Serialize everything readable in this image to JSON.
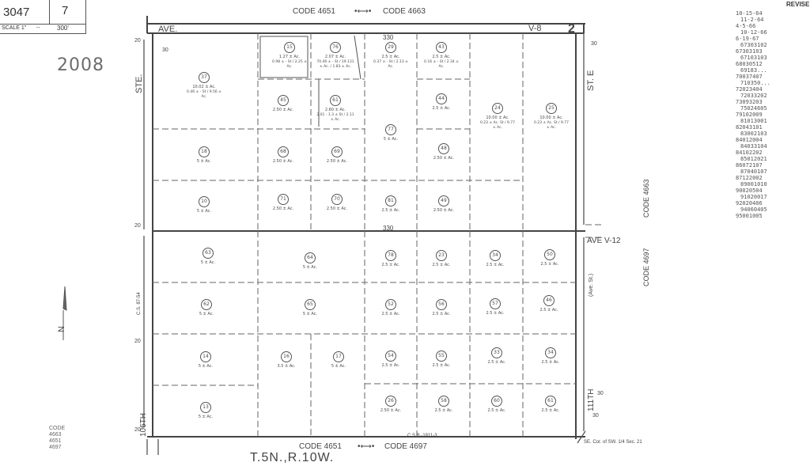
{
  "header": {
    "book": "3047",
    "page": "7",
    "scale_label": "SCALE 1\"",
    "scale_dash": "--",
    "scale_value": "300'"
  },
  "year": "2008",
  "codes": {
    "top_left": "CODE 4651",
    "top_right": "CODE 4663",
    "bottom_left": "CODE 4651",
    "bottom_right": "CODE 4697",
    "right_upper": "CODE 4663",
    "right_lower": "CODE 4697",
    "legend": [
      "CODE",
      "4663",
      "4651",
      "4697"
    ]
  },
  "streets": {
    "ave_top": "AVE.",
    "ave_v8": "V-8",
    "ave_v12": "AVE V-12",
    "ste_left": "STE.",
    "ste_right": "ST. E",
    "street_106": "106TH",
    "street_111": "111TH",
    "ave_st": "(Ave. St.)"
  },
  "township": "T.5N.,R.10W.",
  "sheet_mark": "2",
  "dims": {
    "d330_top": "330",
    "d330_mid": "330",
    "d20_a": "20",
    "d20_b": "20",
    "d20_c": "20",
    "d20_d": "20",
    "d30_a": "30",
    "d30_b": "30",
    "d30_c": "30",
    "d30_d": "30"
  },
  "notes": {
    "cs_bottom": "C.S.B.-1811-3",
    "cs_left": "C.S. 87-54",
    "se_cor": "SE. Cor. of SW. 1/4 Sec. 21",
    "north": "N"
  },
  "parcels": [
    {
      "num": "37",
      "area": "10.02 ± Ac.",
      "sub": "0.46 ± - St / 9.56 ± Ac."
    },
    {
      "num": "15",
      "area": "1.27 ± Ac.",
      "sub": "0.98 ± - St / 2.25 ± Ac."
    },
    {
      "num": "76",
      "area": "2.07 ± Ac.",
      "sub": "70.46 ± - St / 19.131 ± Ac. / 1.83 ± Ac."
    },
    {
      "num": "29",
      "area": "2.5 ± Ac.",
      "sub": "0.37 ± - St / 2.13 ± Ac."
    },
    {
      "num": "43",
      "area": "2.5 ± Ac.",
      "sub": "0.16 ± - St / 2.34 ± Ac."
    },
    {
      "num": "45",
      "area": "2.50 ± Ac.",
      "sub": ""
    },
    {
      "num": "61",
      "area": "2.60 ± Ac.",
      "sub": "2.01 - 1.3 ± St / 2.11 ± Ac."
    },
    {
      "num": "44",
      "area": "2.5 ± Ac.",
      "sub": ""
    },
    {
      "num": "24",
      "area": "10.00 ± Ac.",
      "sub": "0.23 ± Ac. St / 9.77 ± Ac."
    },
    {
      "num": "25",
      "area": "10.00 ± Ac.",
      "sub": "0.23 ± Ac. St / 9.77 ± Ac."
    },
    {
      "num": "77",
      "area": "5 ± Ac.",
      "sub": ""
    },
    {
      "num": "18",
      "area": "5 ± Ac.",
      "sub": ""
    },
    {
      "num": "68",
      "area": "2.50 ± Ac.",
      "sub": ""
    },
    {
      "num": "69",
      "area": "2.50 ± Ac.",
      "sub": ""
    },
    {
      "num": "48",
      "area": "2.50 ± Ac.",
      "sub": ""
    },
    {
      "num": "10",
      "area": "5 ± Ac.",
      "sub": ""
    },
    {
      "num": "71",
      "area": "2.50 ± Ac.",
      "sub": ""
    },
    {
      "num": "70",
      "area": "2.50 ± Ac.",
      "sub": ""
    },
    {
      "num": "81",
      "area": "2.5 ± Ac.",
      "sub": ""
    },
    {
      "num": "49",
      "area": "2.50 ± Ac.",
      "sub": ""
    },
    {
      "num": "63",
      "area": "5 ± Ac.",
      "sub": ""
    },
    {
      "num": "64",
      "area": "5 ± Ac.",
      "sub": ""
    },
    {
      "num": "78",
      "area": "2.5 ± Ac.",
      "sub": ""
    },
    {
      "num": "23",
      "area": "2.5 ± Ac.",
      "sub": ""
    },
    {
      "num": "34",
      "area": "2.5 ± Ac.",
      "sub": ""
    },
    {
      "num": "50",
      "area": "2.5 ± Ac.",
      "sub": ""
    },
    {
      "num": "62",
      "area": "5 ± Ac.",
      "sub": ""
    },
    {
      "num": "65",
      "area": "5 ± Ac.",
      "sub": ""
    },
    {
      "num": "52",
      "area": "2.5 ± Ac.",
      "sub": ""
    },
    {
      "num": "56",
      "area": "2.5 ± Ac.",
      "sub": ""
    },
    {
      "num": "57",
      "area": "2.5 ± Ac.",
      "sub": ""
    },
    {
      "num": "46",
      "area": "2.5 ± Ac.",
      "sub": ""
    },
    {
      "num": "14",
      "area": "5 ± Ac.",
      "sub": ""
    },
    {
      "num": "16",
      "area": "3.5 ± Ac.",
      "sub": ""
    },
    {
      "num": "17",
      "area": "5 ± Ac.",
      "sub": ""
    },
    {
      "num": "54",
      "area": "2.5 ± Ac.",
      "sub": ""
    },
    {
      "num": "55",
      "area": "2.5 ± Ac.",
      "sub": ""
    },
    {
      "num": "33",
      "area": "2.5 ± Ac.",
      "sub": ""
    },
    {
      "num": "34",
      "area": "2.5 ± Ac.",
      "sub": ""
    },
    {
      "num": "13",
      "area": "5 ± Ac.",
      "sub": ""
    },
    {
      "num": "26",
      "area": "2.50 ± Ac.",
      "sub": ""
    },
    {
      "num": "58",
      "area": "2.5 ± Ac.",
      "sub": ""
    },
    {
      "num": "60",
      "area": "2.5 ± Ac.",
      "sub": ""
    },
    {
      "num": "61",
      "area": "2.5 ± Ac.",
      "sub": ""
    }
  ],
  "revise": {
    "title": "REVISE",
    "entries": [
      "10-15-64",
      "11-2-64",
      "4-5-66",
      "10-12-66",
      "6-19-67",
      "67303102",
      "67303103",
      "67103103",
      "68030512",
      "69183...",
      "70037407",
      "710350...",
      "72023404",
      "72033202",
      "73093203",
      "75024605",
      "79102009",
      "81013001",
      "82043101",
      "83002103",
      "84012004",
      "84033104",
      "84102202",
      "85012021",
      "86072107",
      "87040107",
      "87122002",
      "89001010",
      "90020504",
      "91020017",
      "92020406",
      "94060405",
      "95001005"
    ]
  }
}
